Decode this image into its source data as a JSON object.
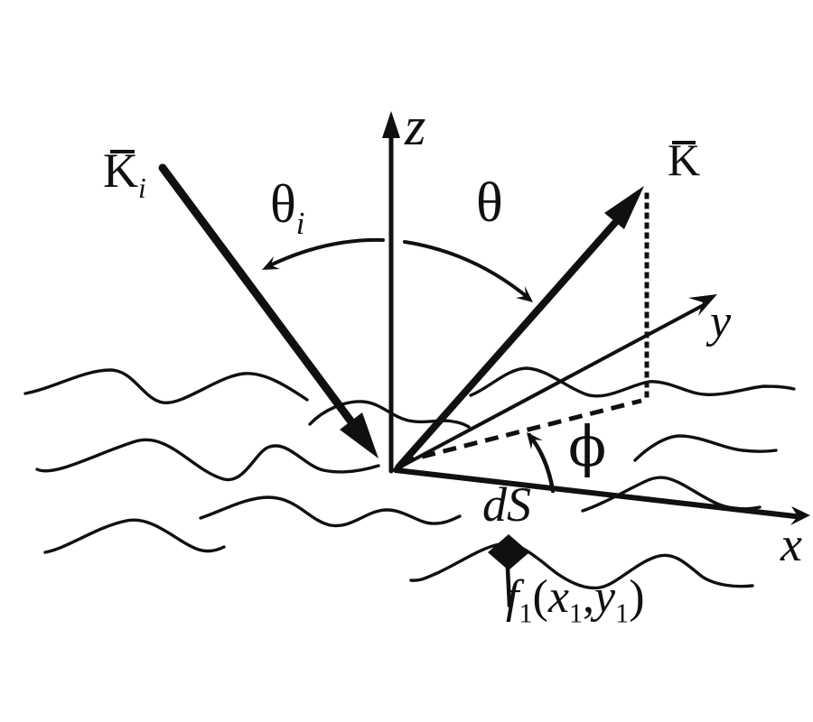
{
  "colors": {
    "ink": "#101010",
    "background": "#ffffff"
  },
  "figure": {
    "axes": {
      "x": "x",
      "y": "y",
      "z": "z"
    },
    "vectors": {
      "incident": {
        "symbol": "K",
        "subscript": "i"
      },
      "scattered": {
        "symbol": "K"
      }
    },
    "angles": {
      "incidence": {
        "symbol": "θ",
        "subscript": "i"
      },
      "scattering": {
        "symbol": "θ"
      },
      "azimuth": {
        "symbol": "ϕ"
      }
    },
    "surface": {
      "element_label": "dS",
      "height_function": {
        "f": "f",
        "f_sub": "1",
        "open_paren": "(",
        "x": "x",
        "x_sub": "1",
        "comma": ",",
        "y": "y",
        "y_sub": "1",
        "close_paren": ")"
      }
    }
  }
}
